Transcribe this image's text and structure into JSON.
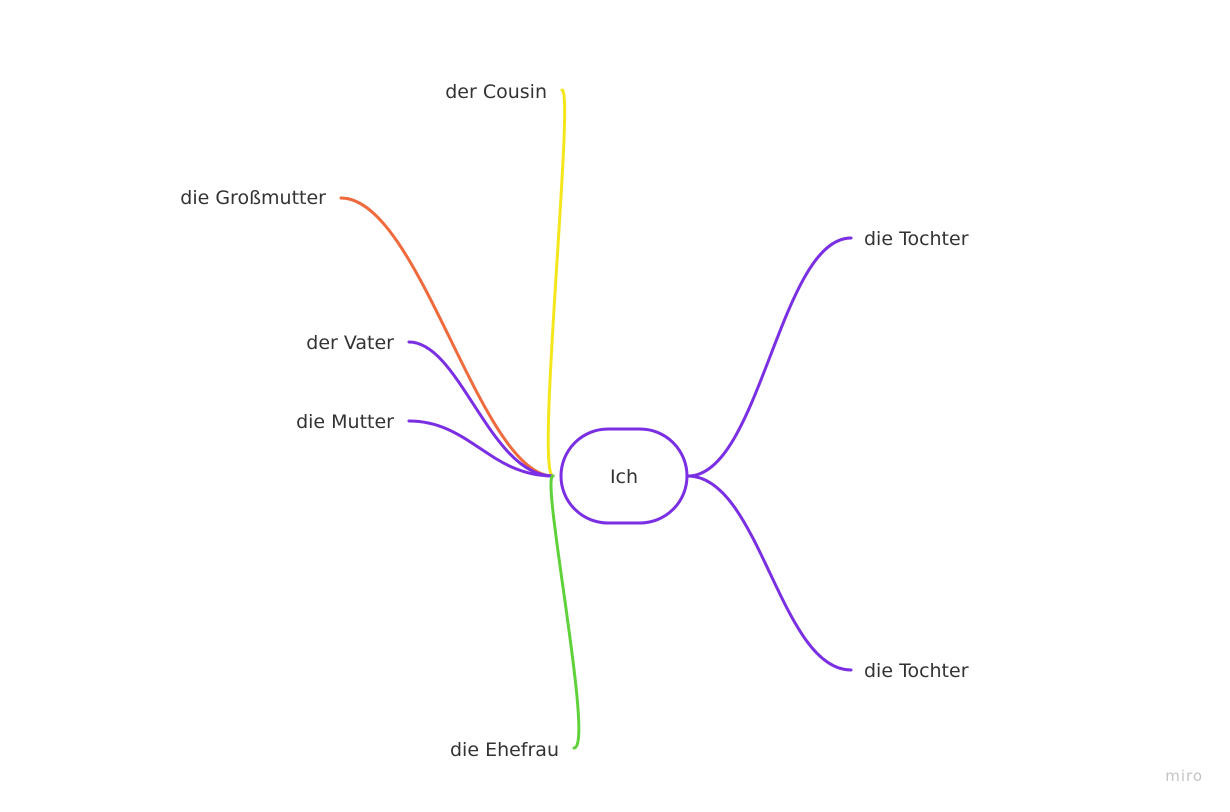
{
  "mindmap": {
    "center": {
      "label": "Ich",
      "color": "#7b2fe3"
    },
    "branches": [
      {
        "id": "cousin",
        "label": "der Cousin",
        "color": "#f5e61c"
      },
      {
        "id": "grossmutter",
        "label": "die Großmutter",
        "color": "#ef6a3c"
      },
      {
        "id": "vater",
        "label": "der Vater",
        "color": "#7b2fe3"
      },
      {
        "id": "mutter",
        "label": "die Mutter",
        "color": "#7b2fe3"
      },
      {
        "id": "ehefrau",
        "label": "die Ehefrau",
        "color": "#5fd13a"
      },
      {
        "id": "tochter1",
        "label": "die Tochter",
        "color": "#7b2fe3"
      },
      {
        "id": "tochter2",
        "label": "die Tochter",
        "color": "#7b2fe3"
      }
    ]
  },
  "watermark": {
    "text": "miro"
  }
}
